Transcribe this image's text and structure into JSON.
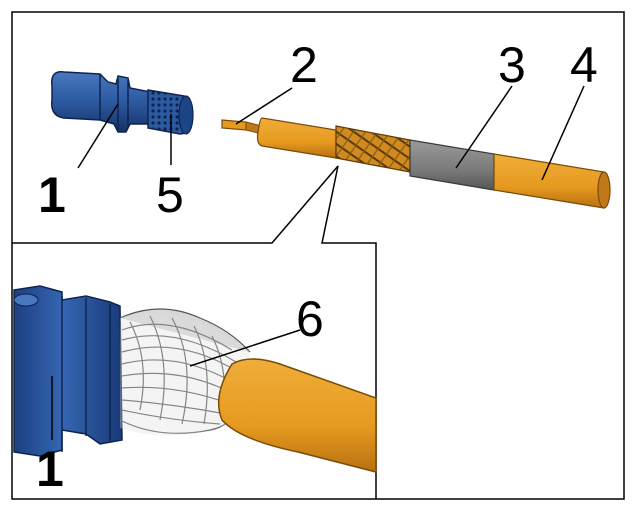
{
  "callouts": {
    "c1_top": "1",
    "c2": "2",
    "c3": "3",
    "c4": "4",
    "c5": "5",
    "c6": "6",
    "c1_bottom": "1"
  },
  "colors": {
    "frame": "#000000",
    "connector_blue": "#2c5aa0",
    "connector_blue_dark": "#1a3a70",
    "jacket_orange": "#e59a1f",
    "jacket_orange_dark": "#b56f10",
    "insulation_gray": "#7a7a7a",
    "braid_silver": "#c8c8c8"
  },
  "icons": {
    "connector": "coax-connector-icon",
    "cable": "coax-cable-icon",
    "detail": "braid-detail-icon"
  }
}
